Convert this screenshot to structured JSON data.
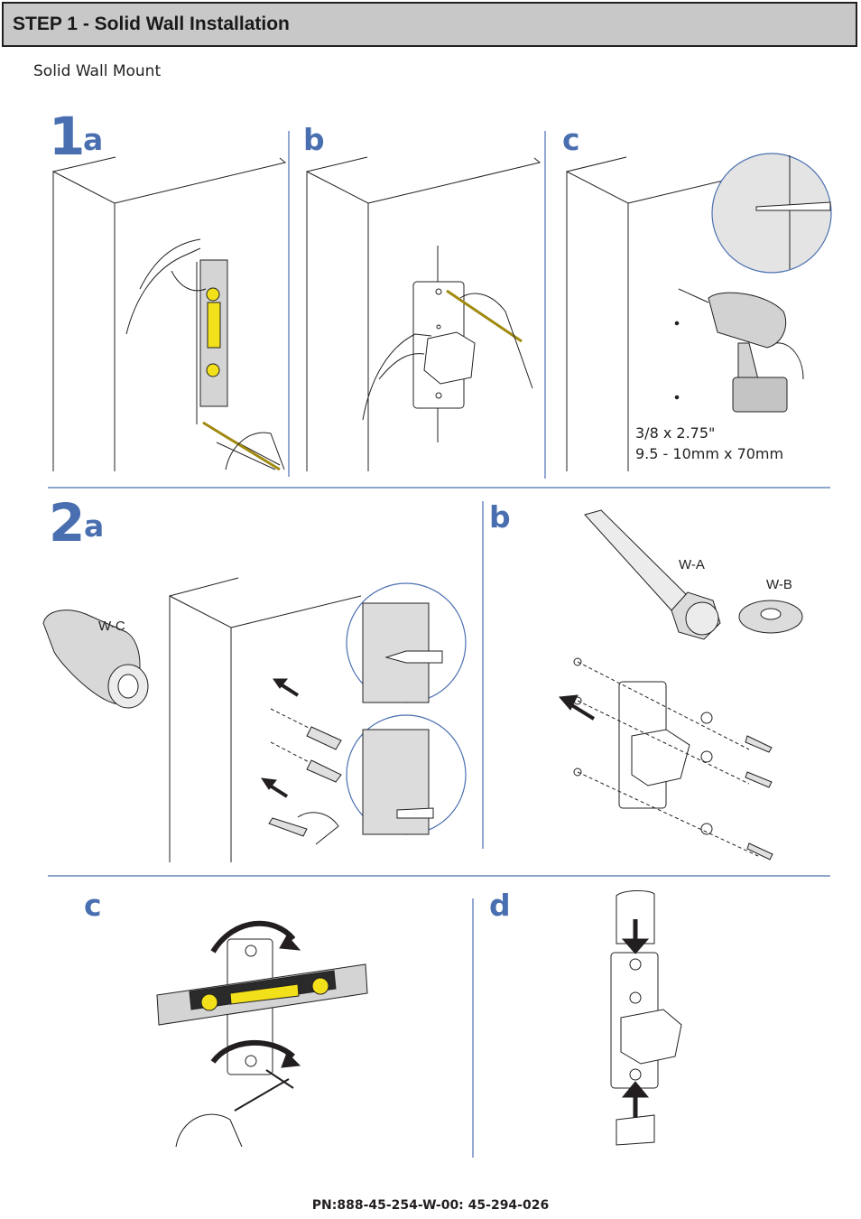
{
  "header": {
    "title": "STEP 1 - Solid Wall Installation"
  },
  "subtitle": "Solid Wall Mount",
  "step1": {
    "number": "1",
    "a_label": "a",
    "b_label": "b",
    "c_label": "c",
    "drill_spec_imperial": "3/8 x 2.75\"",
    "drill_spec_metric": "9.5 - 10mm x 70mm"
  },
  "step2": {
    "number": "2",
    "a_label": "a",
    "b_label": "b",
    "c_label": "c",
    "d_label": "d",
    "part_anchor": "W-C",
    "part_bolt": "W-A",
    "part_washer": "W-B"
  },
  "footer": {
    "part_number": "PN:888-45-254-W-00: 45-294-026"
  },
  "colors": {
    "accent": "#4a6fb0",
    "header_bg": "#c8c8c8",
    "line": "#231f20",
    "level_yellow": "#f2e01a"
  }
}
